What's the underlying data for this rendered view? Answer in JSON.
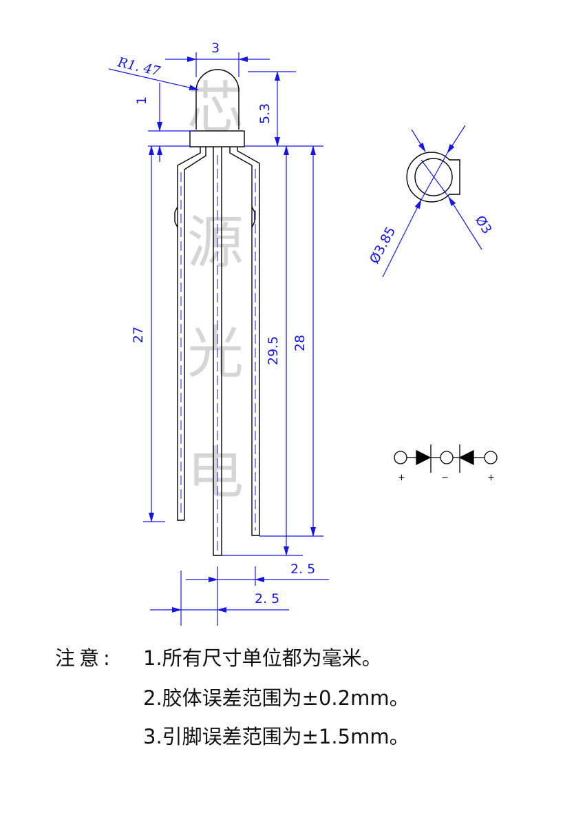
{
  "watermark": [
    "芯",
    "源",
    "光",
    "电"
  ],
  "dimensions": {
    "top_width": "3",
    "radius": "R1. 47",
    "tip_offset": "1",
    "body_height": "5.3",
    "short_lead": "27",
    "middle_lead": "29.5",
    "long_lead": "28",
    "pitch_1": "2. 5",
    "pitch_2": "2. 5",
    "flange_dia": "Ø3.85",
    "body_dia": "Ø3"
  },
  "schematic": {
    "pin_left": "+",
    "pin_mid": "−",
    "pin_right": "+"
  },
  "notes": {
    "label": "注意:",
    "items": [
      "1.所有尺寸单位都为毫米。",
      "2.胶体误差范围为±0.2mm。",
      "3.引脚误差范围为±1.5mm。"
    ]
  },
  "colors": {
    "dimension": "#1515e6",
    "outline": "#000000",
    "watermark": "#c8c8c8"
  }
}
